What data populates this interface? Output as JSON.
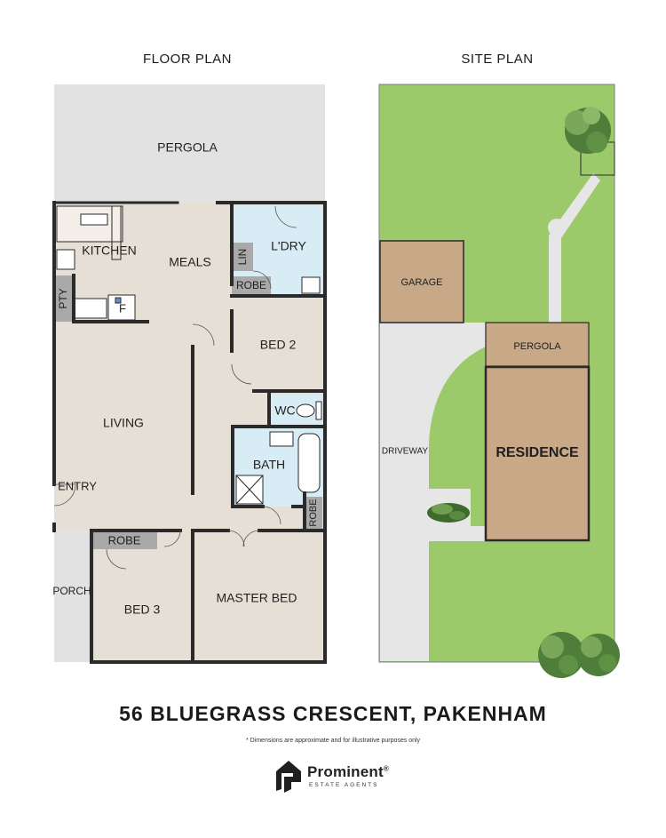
{
  "floor_plan": {
    "title": "FLOOR PLAN",
    "rooms": {
      "pergola": "PERGOLA",
      "kitchen": "KITCHEN",
      "meals": "MEALS",
      "laundry": "L'DRY",
      "linen": "LIN",
      "robe_top": "ROBE",
      "pantry": "PTY",
      "fridge": "F",
      "bed2": "BED 2",
      "wc": "WC",
      "living": "LIVING",
      "bath": "BATH",
      "entry": "ENTRY",
      "robe_bed3": "ROBE",
      "robe_master": "ROBE",
      "porch": "PORCH",
      "bed3": "BED 3",
      "master_bed": "MASTER BED"
    }
  },
  "site_plan": {
    "title": "SITE PLAN",
    "labels": {
      "garage": "GARAGE",
      "pergola": "PERGOLA",
      "driveway": "DRIVEWAY",
      "residence": "RESIDENCE"
    }
  },
  "address": "56 BLUEGRASS CRESCENT, PAKENHAM",
  "disclaimer": "* Dimensions are approximate and for illustrative purposes only",
  "agency": {
    "name": "Prominent",
    "registered": "®",
    "tagline": "ESTATE AGENTS"
  },
  "colors": {
    "room_fill": "#e6dfd6",
    "wet_area_fill": "#d8ecf5",
    "outdoor_fill": "#e2e2e2",
    "wall": "#2a2a2a",
    "lawn": "#9cc96a",
    "building": "#c8a887",
    "concrete": "#e6e6e6"
  }
}
